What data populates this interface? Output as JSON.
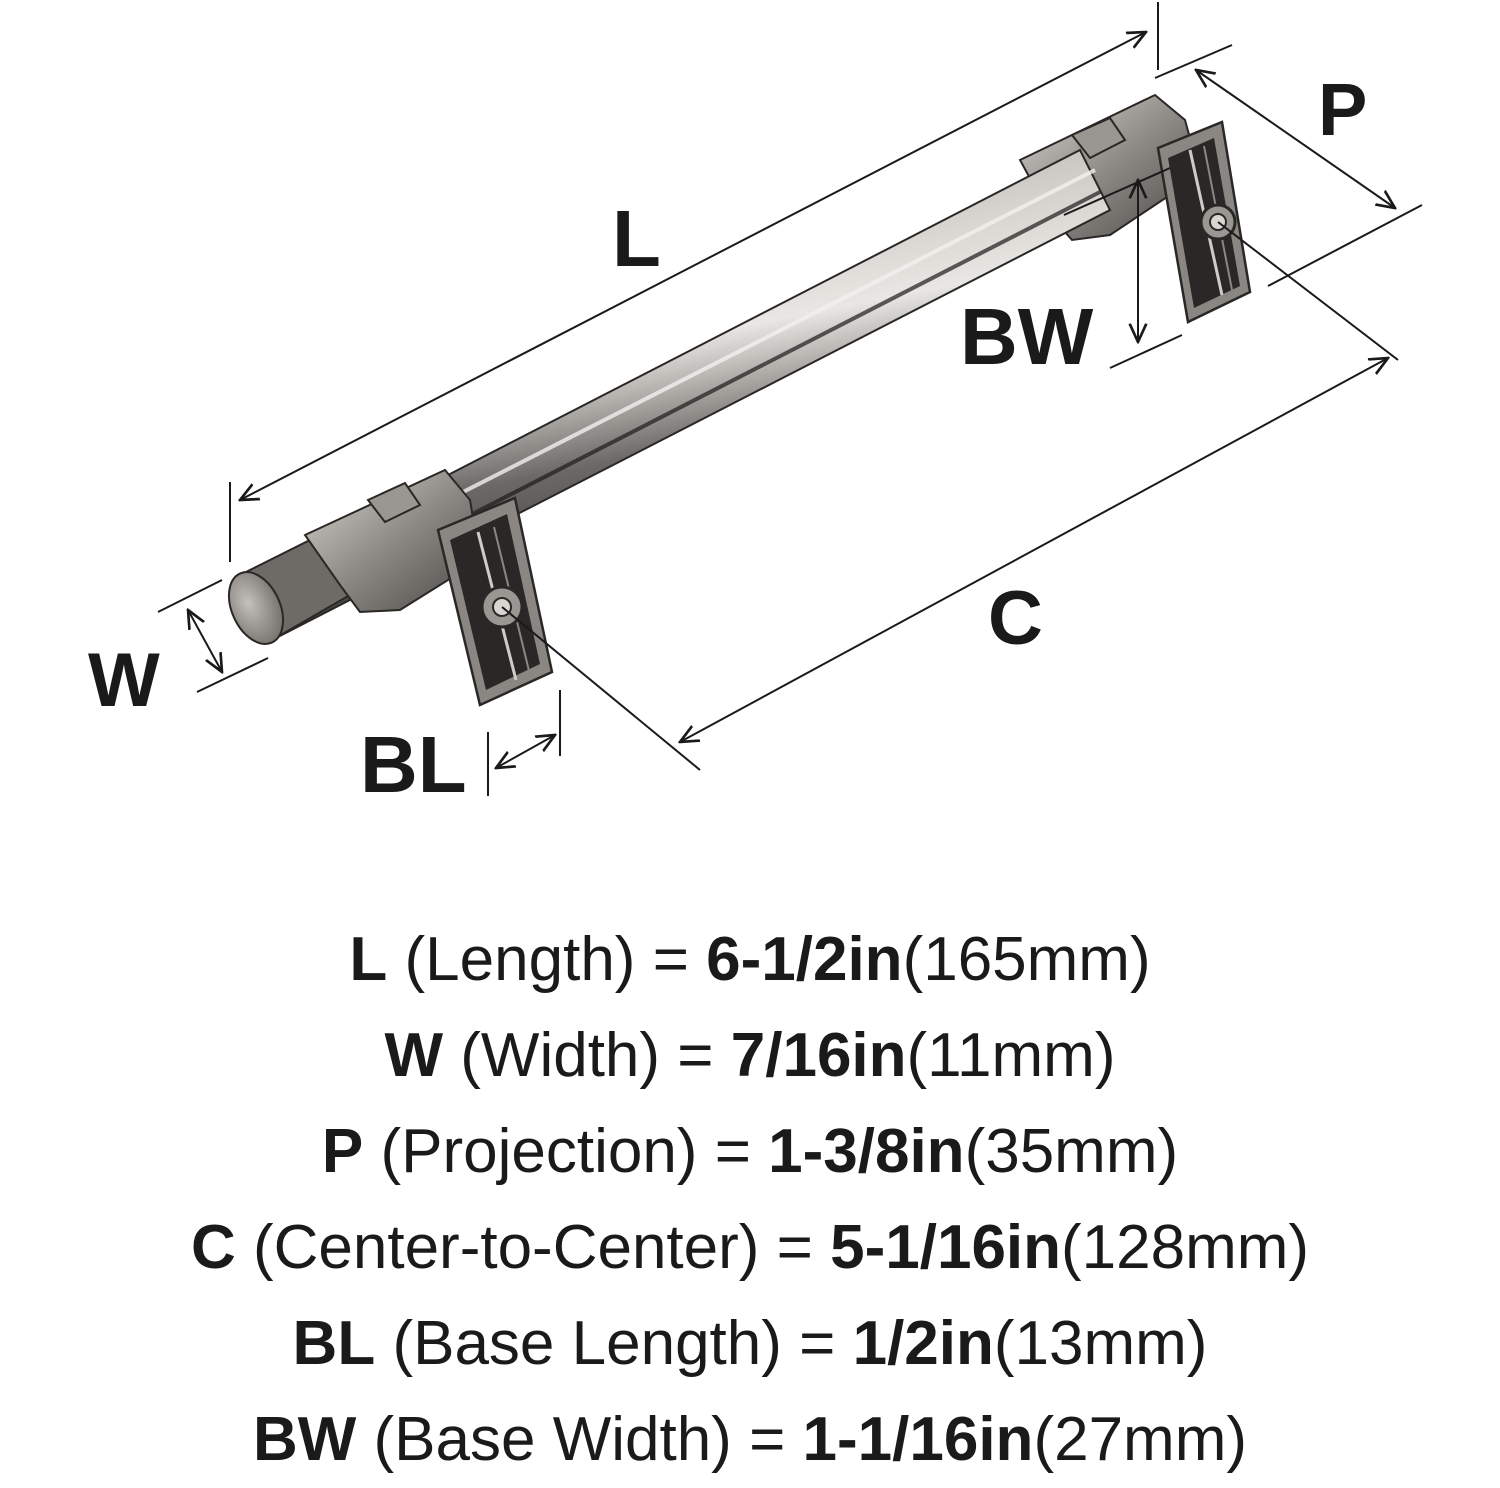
{
  "diagram": {
    "labels": {
      "L": "L",
      "P": "P",
      "BW": "BW",
      "C": "C",
      "W": "W",
      "BL": "BL"
    }
  },
  "specs": [
    {
      "code": "L",
      "name": "(Length)",
      "imperial": "6-1/2in",
      "metric": "(165mm)"
    },
    {
      "code": "W",
      "name": "(Width)",
      "imperial": "7/16in",
      "metric": "(11mm)"
    },
    {
      "code": "P",
      "name": "(Projection)",
      "imperial": "1-3/8in",
      "metric": "(35mm)"
    },
    {
      "code": "C",
      "name": "(Center-to-Center)",
      "imperial": "5-1/16in",
      "metric": "(128mm)"
    },
    {
      "code": "BL",
      "name": "(Base Length)",
      "imperial": "1/2in",
      "metric": "(13mm)"
    },
    {
      "code": "BW",
      "name": "(Base Width)",
      "imperial": "1-1/16in",
      "metric": "(27mm)"
    }
  ],
  "colors": {
    "line": "#1a1a1a",
    "metal": "#7a7672",
    "metal_dark": "#2a2826",
    "metal_light": "#d9d6d1",
    "text": "#1a1a1a"
  }
}
